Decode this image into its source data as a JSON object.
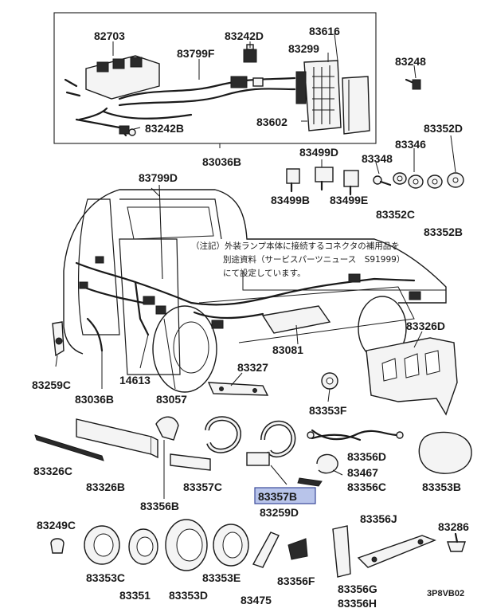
{
  "labels": {
    "p82703": "82703",
    "p83242D": "83242D",
    "p83616": "83616",
    "p83799F": "83799F",
    "p83299": "83299",
    "p83248": "83248",
    "p83602": "83602",
    "p83242B": "83242B",
    "p83352D": "83352D",
    "p83346": "83346",
    "p83499D": "83499D",
    "p83348": "83348",
    "p83036B_top": "83036B",
    "p83499B": "83499B",
    "p83499E": "83499E",
    "p83352C": "83352C",
    "p83352B": "83352B",
    "p83799D": "83799D",
    "p83081": "83081",
    "p83326D": "83326D",
    "p83259C": "83259C",
    "p14613": "14613",
    "p83327": "83327",
    "p83036B_bot": "83036B",
    "p83057": "83057",
    "p83353F": "83353F",
    "p83356D": "83356D",
    "p83326C": "83326C",
    "p83326B": "83326B",
    "p83357C": "83357C",
    "p83357B": "83357B",
    "p83467": "83467",
    "p83356C": "83356C",
    "p83353B": "83353B",
    "p83356B": "83356B",
    "p83259D": "83259D",
    "p83356J": "83356J",
    "p83249C": "83249C",
    "p83286": "83286",
    "p83353C": "83353C",
    "p83353E": "83353E",
    "p83356F": "83356F",
    "p83356G": "83356G",
    "p83351": "83351",
    "p83353D": "83353D",
    "p83475": "83475",
    "p83356H": "83356H",
    "code": "3P8VB02"
  },
  "note": {
    "line1": "（注記）外装ランプ本体に接続するコネクタの補用品を",
    "line2": "別途資料（サービスパーツニュース　S91999）",
    "line3": "にて設定しています。"
  },
  "highlight_color": "#b8c4ea"
}
